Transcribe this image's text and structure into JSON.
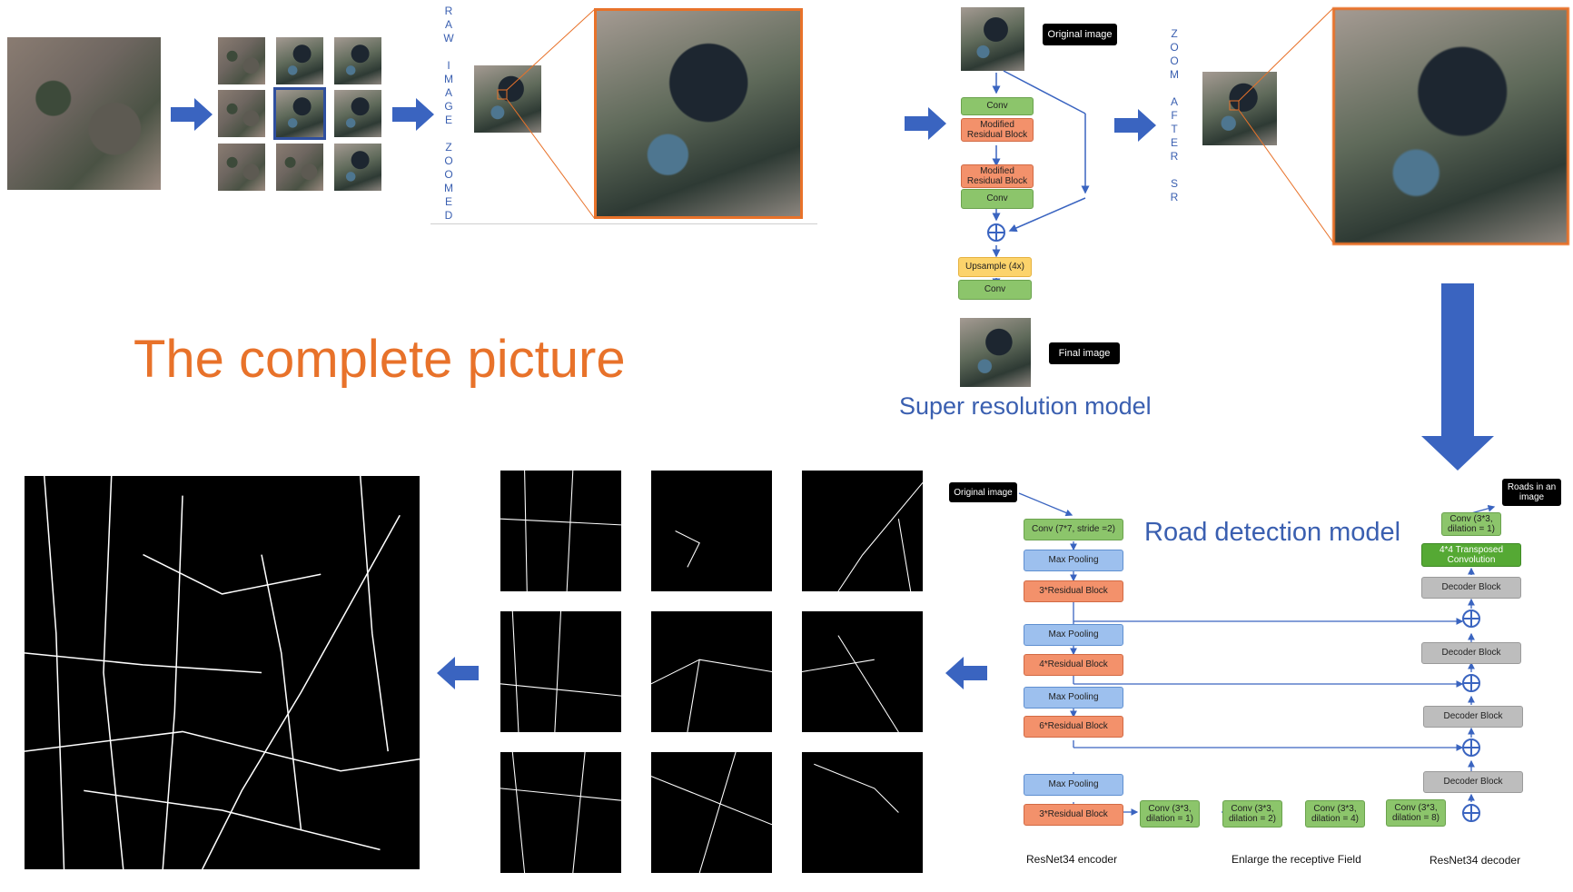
{
  "title": "The complete picture",
  "super_resolution": {
    "title": "Super resolution model",
    "original_label": "Original image",
    "final_label": "Final image",
    "blocks": [
      "Conv",
      "Modified Residual Block",
      "Modified Residual Block",
      "Conv",
      "Upsample (4x)",
      "Conv"
    ]
  },
  "raw_zoom_label": [
    "R",
    "A",
    "W",
    "",
    "I",
    "M",
    "A",
    "G",
    "E",
    "",
    "Z",
    "O",
    "O",
    "M",
    "E",
    "D"
  ],
  "zoom_after_label": [
    "Z",
    "O",
    "O",
    "M",
    "",
    "A",
    "F",
    "T",
    "E",
    "R",
    "",
    "S",
    "R"
  ],
  "road_detection": {
    "title": "Road detection model",
    "input_label": "Original image",
    "output_label": "Roads in an image",
    "encoder": [
      "Conv (7*7, stride =2)",
      "Max Pooling",
      "3*Residual Block",
      "Max Pooling",
      "4*Residual Block",
      "Max Pooling",
      "6*Residual Block",
      "Max Pooling",
      "3*Residual Block"
    ],
    "dilated": [
      "Conv (3*3, dilation = 1)",
      "Conv (3*3, dilation = 2)",
      "Conv (3*3, dilation = 4)",
      "Conv (3*3, dilation = 8)"
    ],
    "decoder": [
      "Conv (3*3, dilation = 1)",
      "4*4 Transposed Convolution",
      "Decoder Block",
      "Decoder Block",
      "Decoder Block",
      "Decoder Block"
    ],
    "captions": {
      "encoder": "ResNet34 encoder",
      "middle": "Enlarge the receptive Field",
      "decoder": "ResNet34 decoder"
    }
  },
  "colors": {
    "accent_orange": "#e8722a",
    "title_blue": "#3a5fb0",
    "arrow_blue": "#3a64c0"
  }
}
